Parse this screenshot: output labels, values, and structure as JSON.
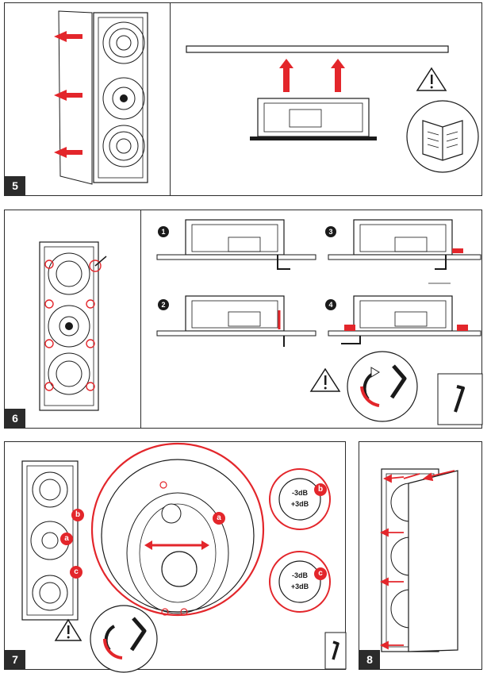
{
  "steps": [
    {
      "number": "5"
    },
    {
      "number": "6"
    },
    {
      "number": "7"
    },
    {
      "number": "8"
    }
  ],
  "sub_steps": [
    "1",
    "2",
    "3",
    "4"
  ],
  "callouts": {
    "a": "a",
    "b": "b",
    "c": "c"
  },
  "switch_b": {
    "top": "-3dB",
    "bottom": "+3dB"
  },
  "switch_c": {
    "top": "-3dB",
    "bottom": "+3dB"
  },
  "colors": {
    "accent": "#e3262b",
    "line": "#1a1a1a"
  }
}
